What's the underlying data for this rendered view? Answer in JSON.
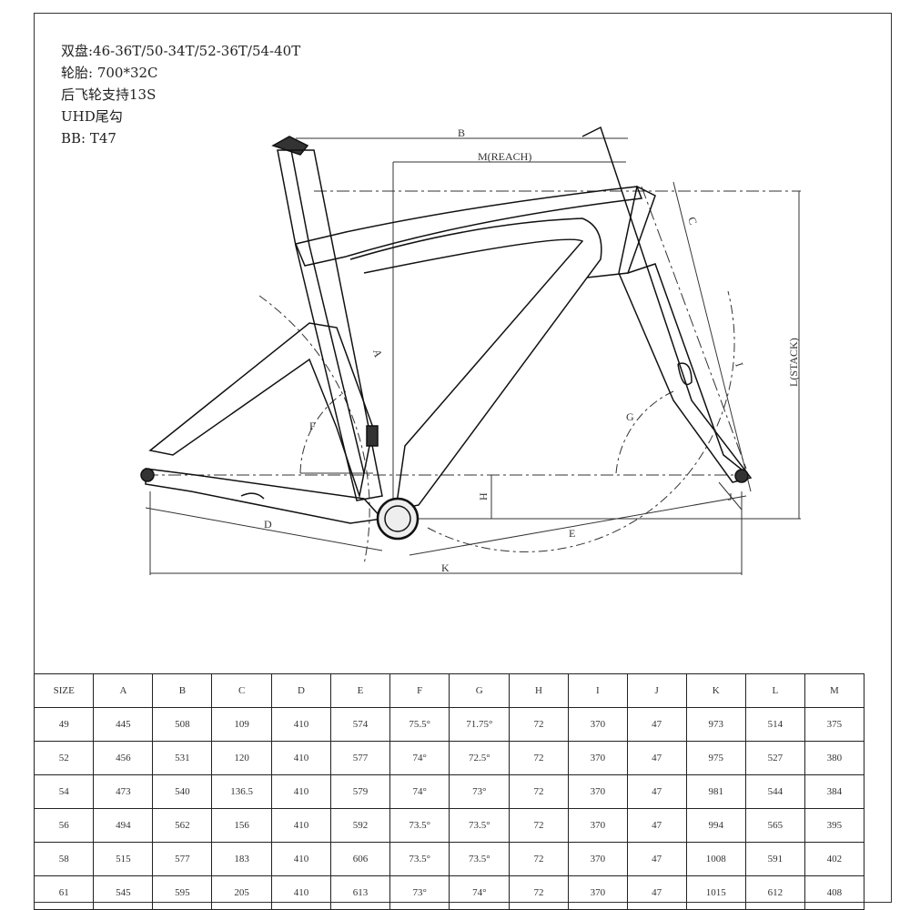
{
  "specs": [
    "双盘:46-36T/50-34T/52-36T/54-40T",
    "轮胎: 700*32C",
    "后飞轮支持13S",
    "UHD尾勾",
    "BB: T47"
  ],
  "dimension_labels": {
    "A": "A",
    "B": "B",
    "C": "C",
    "D": "D",
    "E": "E",
    "F": "F",
    "G": "G",
    "H": "H",
    "I": "I",
    "J": "J",
    "K": "K",
    "L": "L(STACK)",
    "M": "M(REACH)"
  },
  "table": {
    "headers": [
      "SIZE",
      "A",
      "B",
      "C",
      "D",
      "E",
      "F",
      "G",
      "H",
      "I",
      "J",
      "K",
      "L",
      "M"
    ],
    "rows": [
      [
        "49",
        "445",
        "508",
        "109",
        "410",
        "574",
        "75.5°",
        "71.75°",
        "72",
        "370",
        "47",
        "973",
        "514",
        "375"
      ],
      [
        "52",
        "456",
        "531",
        "120",
        "410",
        "577",
        "74°",
        "72.5°",
        "72",
        "370",
        "47",
        "975",
        "527",
        "380"
      ],
      [
        "54",
        "473",
        "540",
        "136.5",
        "410",
        "579",
        "74°",
        "73°",
        "72",
        "370",
        "47",
        "981",
        "544",
        "384"
      ],
      [
        "56",
        "494",
        "562",
        "156",
        "410",
        "592",
        "73.5°",
        "73.5°",
        "72",
        "370",
        "47",
        "994",
        "565",
        "395"
      ],
      [
        "58",
        "515",
        "577",
        "183",
        "410",
        "606",
        "73.5°",
        "73.5°",
        "72",
        "370",
        "47",
        "1008",
        "591",
        "402"
      ],
      [
        "61",
        "545",
        "595",
        "205",
        "410",
        "613",
        "73°",
        "74°",
        "72",
        "370",
        "47",
        "1015",
        "612",
        "408"
      ]
    ]
  }
}
